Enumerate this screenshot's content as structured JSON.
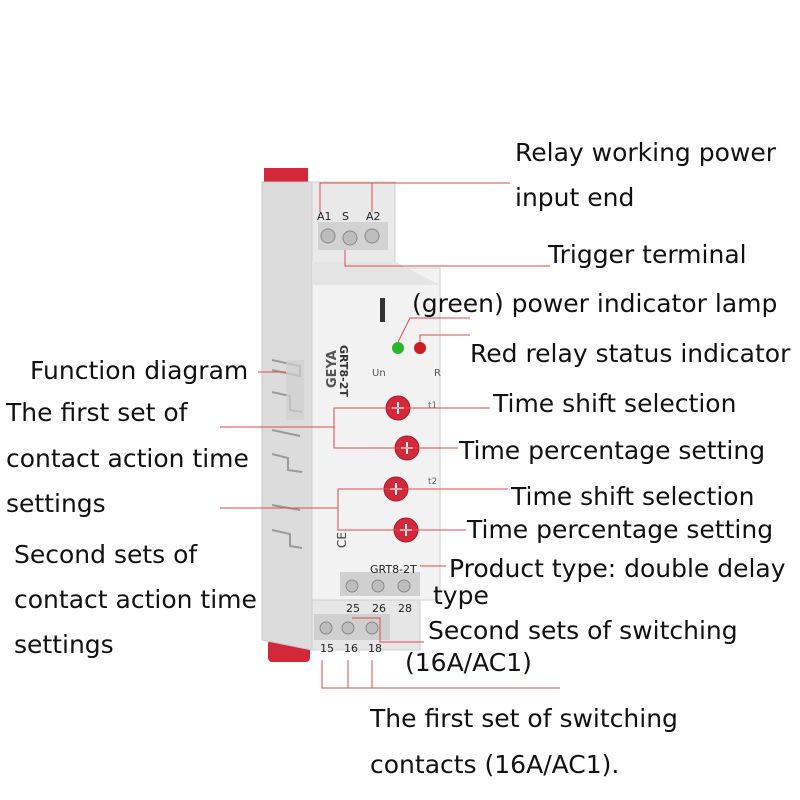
{
  "device": {
    "brand": "GEYA",
    "model_side": "GRT8-2T",
    "model_label": "GRT8-2T",
    "led_un": "Un",
    "led_r": "R",
    "terminal_a1": "A1",
    "terminal_s": "S",
    "terminal_a2": "A2",
    "terminal_25": "25",
    "terminal_26": "26",
    "terminal_28": "28",
    "terminal_15": "15",
    "terminal_16": "16",
    "terminal_18": "18",
    "t1_label": "t1",
    "t2_label": "t2",
    "ce_mark": "CE",
    "colors": {
      "accent": "#d3273a",
      "body": "#eeeeee",
      "led_green": "#2bb52b",
      "led_red": "#c81e1e"
    }
  },
  "callouts": {
    "power_input_line1": "Relay working power",
    "power_input_line2": "input end",
    "trigger_terminal": "Trigger terminal",
    "power_lamp": "(green) power indicator lamp",
    "red_status": "Red relay status indicator",
    "function_diagram": "Function diagram",
    "first_set_line1": "The first set of",
    "first_set_line2": "contact action time",
    "first_set_line3": "settings",
    "time_shift_1": "Time shift selection",
    "time_pct_1": "Time percentage setting",
    "time_shift_2": "Time shift selection",
    "time_pct_2": "Time percentage setting",
    "product_type_line1": "Product type: double delay",
    "product_type_line2": "type",
    "second_set_line1": "Second sets of",
    "second_set_line2": "contact action time",
    "second_set_line3": "settings",
    "second_switching_line1": "Second sets of switching",
    "second_switching_line2": "(16A/AC1)",
    "first_switching_line1": "The first set of switching",
    "first_switching_line2": "contacts (16A/AC1)."
  }
}
